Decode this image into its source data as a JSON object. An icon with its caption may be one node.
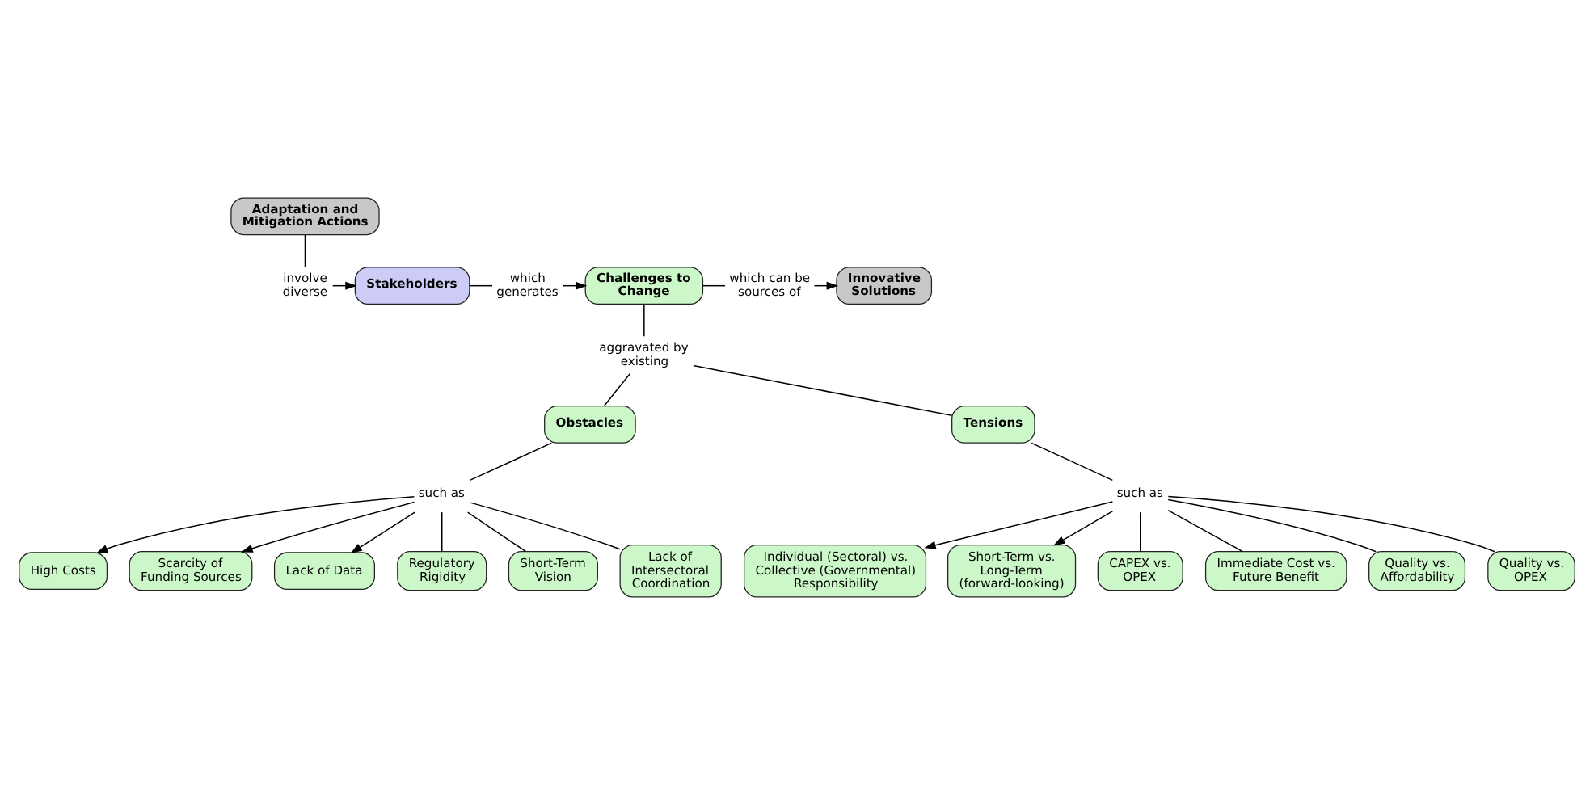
{
  "diagram": {
    "nodes": [
      {
        "text": [
          "Adaptation and Mitigation Actions"
        ]
      },
      {
        "text": [
          "involve diverse"
        ]
      },
      {
        "text": [
          "Stakeholders"
        ]
      },
      {
        "text": [
          "which generates"
        ]
      },
      {
        "text": [
          "Challenges to Change"
        ]
      },
      {
        "text": [
          "which can be sources of"
        ]
      },
      {
        "text": [
          "Innovative Solutions"
        ]
      },
      {
        "text": [
          "aggravated by existing"
        ]
      },
      {
        "text": [
          "Obstacles"
        ]
      },
      {
        "text": [
          "Tensions"
        ]
      },
      {
        "text": [
          "such as"
        ]
      },
      {
        "text": [
          "High Costs"
        ]
      },
      {
        "text": [
          "Scarcity of Funding Sources"
        ]
      },
      {
        "text": [
          "Lack of Data"
        ]
      },
      {
        "text": [
          "Regulatory Rigidity"
        ]
      },
      {
        "text": [
          "Short-Term Vision"
        ]
      },
      {
        "text": [
          "Lack of Intersectoral Coordination"
        ]
      },
      {
        "text": [
          "such as"
        ]
      },
      {
        "text": [
          "Individual (Sectoral) vs. Collective (Governmental) Responsibility"
        ]
      },
      {
        "text": [
          "Short-Term vs. Long-Term (forward-looking)"
        ]
      },
      {
        "text": [
          "CAPEX vs. OPEX"
        ]
      },
      {
        "text": [
          "Immediate Cost vs. Future Benefit"
        ]
      },
      {
        "text": [
          "Quality vs. Affordability"
        ]
      },
      {
        "text": [
          "Quality vs. OPEX"
        ]
      }
    ],
    "edges": [
      {
        "from": 0,
        "to": 1,
        "arrow": "none"
      },
      {
        "from": 1,
        "to": 2,
        "arrow": "to"
      },
      {
        "from": 2,
        "to": 3,
        "arrow": "none"
      },
      {
        "from": 3,
        "to": 4,
        "arrow": "to"
      },
      {
        "from": 4,
        "to": 5,
        "arrow": "none"
      },
      {
        "from": 5,
        "to": 6,
        "arrow": "to"
      },
      {
        "from": 4,
        "to": 7,
        "arrow": "none"
      },
      {
        "from": 7,
        "to": 8,
        "arrow": "none"
      },
      {
        "from": 7,
        "to": 9,
        "arrow": "none"
      },
      {
        "from": 8,
        "to": 10,
        "arrow": "none"
      },
      {
        "from": 10,
        "to": 11,
        "arrow": "to"
      },
      {
        "from": 10,
        "to": 12,
        "arrow": "to"
      },
      {
        "from": 10,
        "to": 13,
        "arrow": "to"
      },
      {
        "from": 10,
        "to": 14,
        "arrow": "none"
      },
      {
        "from": 10,
        "to": 15,
        "arrow": "none"
      },
      {
        "from": 10,
        "to": 16,
        "arrow": "none"
      },
      {
        "from": 9,
        "to": 17,
        "arrow": "none"
      },
      {
        "from": 17,
        "to": 18,
        "arrow": "to"
      },
      {
        "from": 17,
        "to": 19,
        "arrow": "to"
      },
      {
        "from": 17,
        "to": 20,
        "arrow": "none"
      },
      {
        "from": 17,
        "to": 21,
        "arrow": "none"
      },
      {
        "from": 17,
        "to": 22,
        "arrow": "none"
      },
      {
        "from": 17,
        "to": 23,
        "arrow": "none"
      }
    ]
  }
}
